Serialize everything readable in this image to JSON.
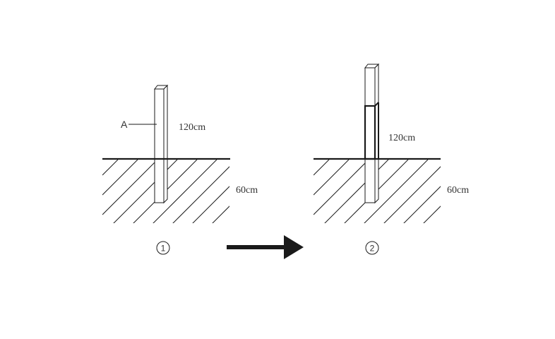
{
  "figure1": {
    "label_a": "A",
    "above_ground": "120cm",
    "below_ground": "60cm",
    "step": "1"
  },
  "figure2": {
    "above_ground": "120cm",
    "below_ground": "60cm",
    "step": "2"
  },
  "colors": {
    "ink": "#1a1a1a",
    "text": "#333333"
  }
}
